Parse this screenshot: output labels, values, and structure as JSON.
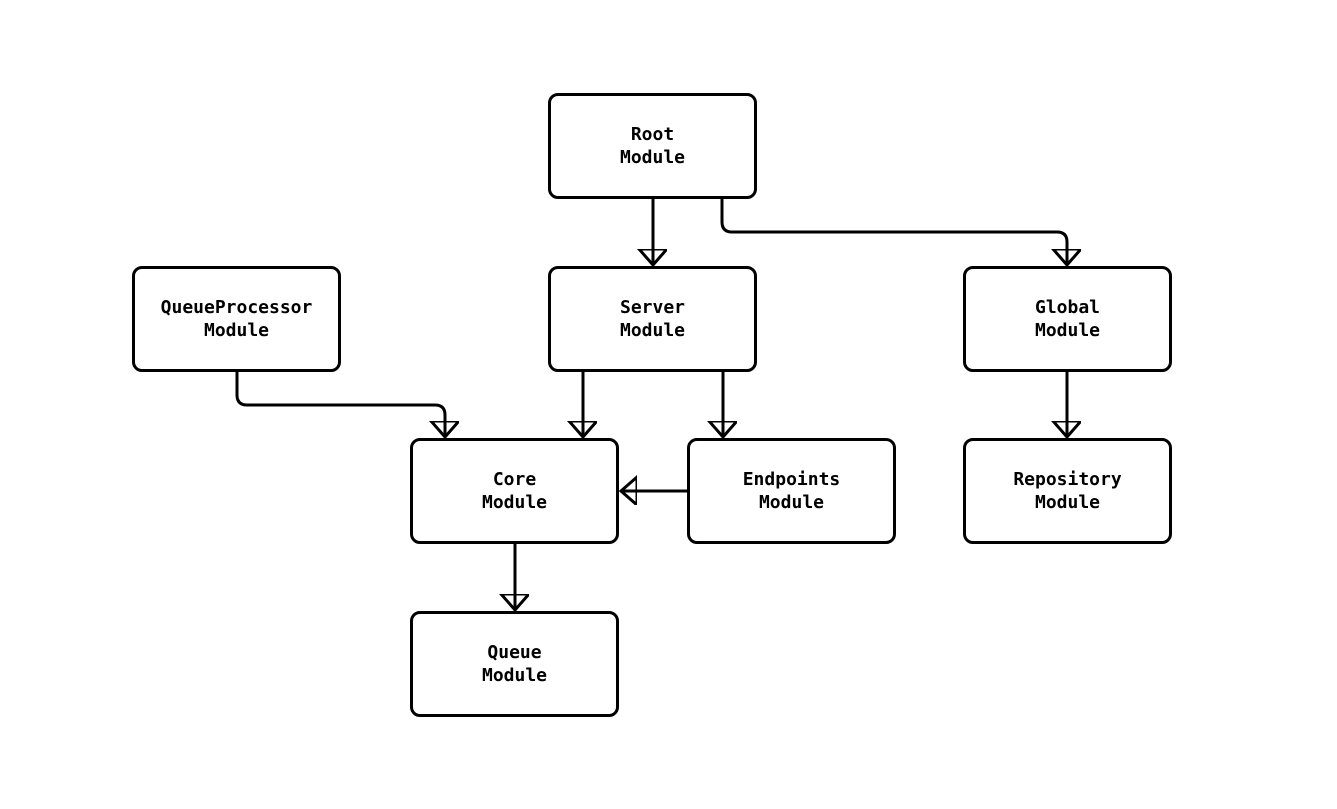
{
  "diagram": {
    "type": "module-dependency-flowchart",
    "colors": {
      "background": "#ffffff",
      "node_fill": "#ffffff",
      "node_border": "#000000",
      "edge": "#000000",
      "text": "#000000"
    },
    "nodes": {
      "root": {
        "label": "Root\nModule"
      },
      "queueprocessor": {
        "label": "QueueProcessor\nModule"
      },
      "server": {
        "label": "Server\nModule"
      },
      "global": {
        "label": "Global\nModule"
      },
      "core": {
        "label": "Core\nModule"
      },
      "endpoints": {
        "label": "Endpoints\nModule"
      },
      "repository": {
        "label": "Repository\nModule"
      },
      "queue": {
        "label": "Queue\nModule"
      }
    },
    "edges": [
      {
        "from": "root",
        "to": "server"
      },
      {
        "from": "root",
        "to": "global"
      },
      {
        "from": "queueprocessor",
        "to": "core"
      },
      {
        "from": "server",
        "to": "core"
      },
      {
        "from": "server",
        "to": "endpoints"
      },
      {
        "from": "endpoints",
        "to": "core"
      },
      {
        "from": "global",
        "to": "repository"
      },
      {
        "from": "core",
        "to": "queue"
      }
    ]
  }
}
